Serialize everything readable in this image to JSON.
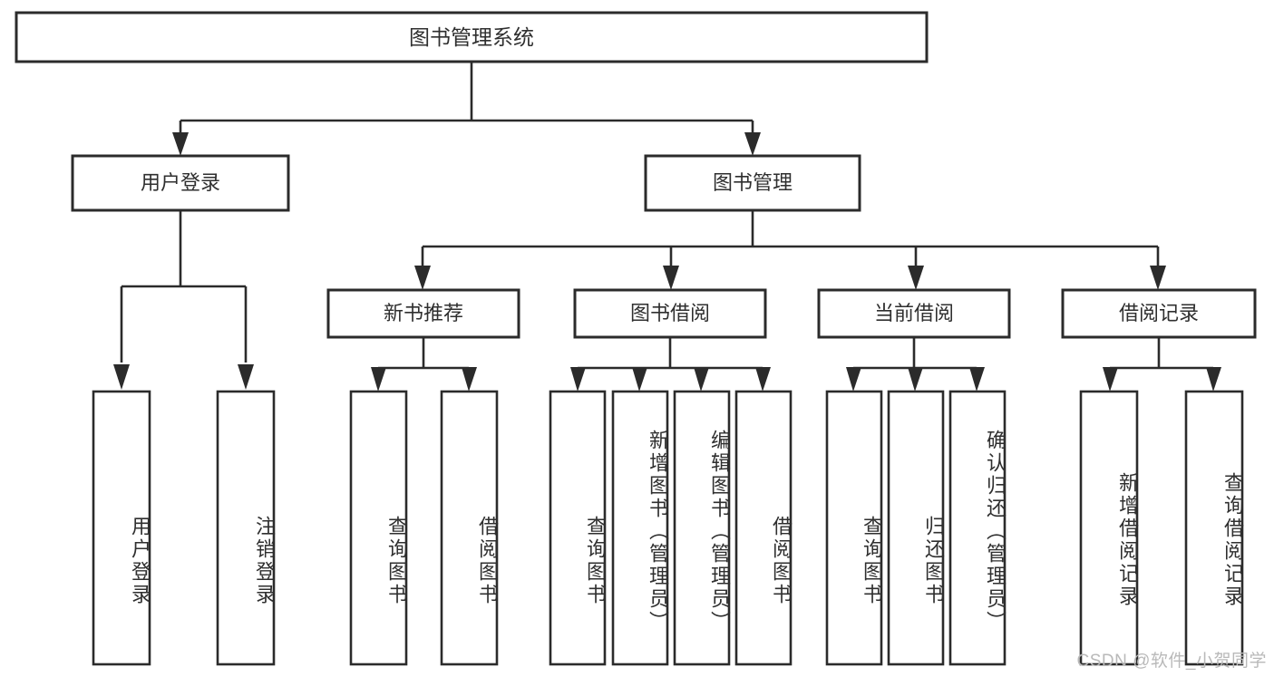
{
  "diagram": {
    "type": "tree",
    "title": "图书管理系统",
    "orientation": "top-down",
    "background_color": "#ffffff",
    "line_color": "#2b2b2b",
    "text_color": "#2f2f2f",
    "root": {
      "label": "图书管理系统"
    },
    "level2": [
      {
        "label": "用户登录"
      },
      {
        "label": "图书管理"
      }
    ],
    "level3": [
      {
        "label": "新书推荐"
      },
      {
        "label": "图书借阅"
      },
      {
        "label": "当前借阅"
      },
      {
        "label": "借阅记录"
      }
    ],
    "leaves": [
      {
        "label": "用户登录",
        "parent": "用户登录"
      },
      {
        "label": "注销登录",
        "parent": "用户登录"
      },
      {
        "label": "查询图书",
        "parent": "新书推荐"
      },
      {
        "label": "借阅图书",
        "parent": "新书推荐"
      },
      {
        "label": "查询图书",
        "parent": "图书借阅"
      },
      {
        "label": "新增图书（管理员）",
        "parent": "图书借阅"
      },
      {
        "label": "编辑图书（管理员）",
        "parent": "图书借阅"
      },
      {
        "label": "借阅图书",
        "parent": "图书借阅"
      },
      {
        "label": "查询图书",
        "parent": "当前借阅"
      },
      {
        "label": "归还图书",
        "parent": "当前借阅"
      },
      {
        "label": "确认归还（管理员）",
        "parent": "当前借阅"
      },
      {
        "label": "新增借阅记录",
        "parent": "借阅记录"
      },
      {
        "label": "查询借阅记录",
        "parent": "借阅记录"
      }
    ]
  },
  "watermark": {
    "text": "CSDN @软件_小贺同学"
  }
}
